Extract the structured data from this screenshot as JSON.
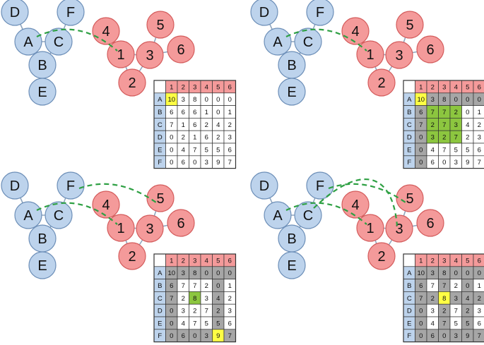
{
  "colors": {
    "blue_fill": "#bdd3ec",
    "blue_stroke": "#6d8fb8",
    "red_fill": "#f49a9a",
    "red_stroke": "#d45c5c",
    "edge": "#8fa6bf",
    "match": "#2ea043",
    "grid": "#333333",
    "header_red": "#f49a9a",
    "header_blue": "#bdd3ec",
    "gray": "#a6a6a6",
    "green": "#8cc63f",
    "yellow": "#ffff44",
    "white": "#ffffff"
  },
  "panels": [
    {
      "id": "top-left",
      "left_nodes": [
        "D",
        "F",
        "A",
        "C",
        "B",
        "E"
      ],
      "right_nodes": [
        "4",
        "5",
        "1",
        "3",
        "6",
        "2"
      ],
      "matches": [
        "A-1"
      ],
      "table": {
        "col_headers": [
          "1",
          "2",
          "3",
          "4",
          "5",
          "6"
        ],
        "row_headers": [
          "A",
          "B",
          "C",
          "D",
          "E",
          "F"
        ],
        "rows": [
          [
            "10",
            "3",
            "8",
            "0",
            "0",
            "0"
          ],
          [
            "6",
            "6",
            "6",
            "1",
            "0",
            "1"
          ],
          [
            "7",
            "1",
            "6",
            "2",
            "4",
            "2"
          ],
          [
            "0",
            "2",
            "1",
            "6",
            "2",
            "3"
          ],
          [
            "0",
            "4",
            "7",
            "5",
            "5",
            "6"
          ],
          [
            "0",
            "6",
            "0",
            "3",
            "9",
            "7"
          ]
        ],
        "highlights": [
          [
            "y",
            "",
            "",
            "",
            "",
            ""
          ],
          [
            "",
            "",
            "",
            "",
            "",
            ""
          ],
          [
            "",
            "",
            "",
            "",
            "",
            ""
          ],
          [
            "",
            "",
            "",
            "",
            "",
            ""
          ],
          [
            "",
            "",
            "",
            "",
            "",
            ""
          ],
          [
            "",
            "",
            "",
            "",
            "",
            ""
          ]
        ]
      }
    },
    {
      "id": "top-right",
      "left_nodes": [
        "D",
        "F",
        "A",
        "C",
        "B",
        "E"
      ],
      "right_nodes": [
        "4",
        "5",
        "1",
        "3",
        "6",
        "2"
      ],
      "matches": [
        "A-1"
      ],
      "table": {
        "col_headers": [
          "1",
          "2",
          "3",
          "4",
          "5",
          "6"
        ],
        "row_headers": [
          "A",
          "B",
          "C",
          "D",
          "E",
          "F"
        ],
        "rows": [
          [
            "10",
            "3",
            "8",
            "0",
            "0",
            "0"
          ],
          [
            "6",
            "7",
            "7",
            "2",
            "0",
            "1"
          ],
          [
            "7",
            "2",
            "7",
            "3",
            "4",
            "2"
          ],
          [
            "0",
            "3",
            "2",
            "7",
            "2",
            "3"
          ],
          [
            "0",
            "4",
            "7",
            "5",
            "5",
            "6"
          ],
          [
            "0",
            "6",
            "0",
            "3",
            "9",
            "7"
          ]
        ],
        "highlights": [
          [
            "y",
            "g",
            "g",
            "g",
            "g",
            "g"
          ],
          [
            "g",
            "n",
            "n",
            "n",
            "",
            ""
          ],
          [
            "g",
            "n",
            "n",
            "n",
            "",
            ""
          ],
          [
            "g",
            "n",
            "n",
            "n",
            "",
            ""
          ],
          [
            "g",
            "",
            "",
            "",
            "",
            ""
          ],
          [
            "g",
            "",
            "",
            "",
            "",
            ""
          ]
        ]
      }
    },
    {
      "id": "bottom-left",
      "left_nodes": [
        "D",
        "F",
        "A",
        "C",
        "B",
        "E"
      ],
      "right_nodes": [
        "4",
        "5",
        "1",
        "3",
        "6",
        "2"
      ],
      "matches": [
        "A-1",
        "F-5"
      ],
      "table": {
        "col_headers": [
          "1",
          "2",
          "3",
          "4",
          "5",
          "6"
        ],
        "row_headers": [
          "A",
          "B",
          "C",
          "D",
          "E",
          "F"
        ],
        "rows": [
          [
            "10",
            "3",
            "8",
            "0",
            "0",
            "0"
          ],
          [
            "6",
            "7",
            "7",
            "2",
            "0",
            "1"
          ],
          [
            "7",
            "2",
            "8",
            "3",
            "4",
            "2"
          ],
          [
            "0",
            "3",
            "2",
            "7",
            "2",
            "3"
          ],
          [
            "0",
            "4",
            "7",
            "5",
            "5",
            "6"
          ],
          [
            "0",
            "6",
            "0",
            "3",
            "9",
            "7"
          ]
        ],
        "highlights": [
          [
            "g",
            "g",
            "g",
            "g",
            "g",
            "g"
          ],
          [
            "g",
            "",
            "",
            "",
            "g",
            ""
          ],
          [
            "g",
            "",
            "n",
            "",
            "g",
            ""
          ],
          [
            "g",
            "",
            "",
            "",
            "g",
            ""
          ],
          [
            "g",
            "",
            "",
            "",
            "g",
            ""
          ],
          [
            "g",
            "g",
            "g",
            "g",
            "y",
            "g"
          ]
        ]
      }
    },
    {
      "id": "bottom-right",
      "left_nodes": [
        "D",
        "F",
        "A",
        "C",
        "B",
        "E"
      ],
      "right_nodes": [
        "4",
        "5",
        "1",
        "3",
        "6",
        "2"
      ],
      "matches": [
        "A-1",
        "F-5",
        "C-3"
      ],
      "table": {
        "col_headers": [
          "1",
          "2",
          "3",
          "4",
          "5",
          "6"
        ],
        "row_headers": [
          "A",
          "B",
          "C",
          "D",
          "E",
          "F"
        ],
        "rows": [
          [
            "10",
            "3",
            "8",
            "0",
            "0",
            "0"
          ],
          [
            "6",
            "7",
            "7",
            "2",
            "0",
            "1"
          ],
          [
            "7",
            "2",
            "8",
            "3",
            "4",
            "2"
          ],
          [
            "0",
            "3",
            "2",
            "7",
            "2",
            "3"
          ],
          [
            "0",
            "4",
            "7",
            "5",
            "5",
            "6"
          ],
          [
            "0",
            "6",
            "0",
            "3",
            "9",
            "7"
          ]
        ],
        "highlights": [
          [
            "g",
            "g",
            "g",
            "g",
            "g",
            "g"
          ],
          [
            "g",
            "",
            "g",
            "",
            "g",
            ""
          ],
          [
            "g",
            "g",
            "y",
            "g",
            "g",
            "g"
          ],
          [
            "g",
            "",
            "g",
            "",
            "g",
            ""
          ],
          [
            "g",
            "",
            "g",
            "",
            "g",
            ""
          ],
          [
            "g",
            "g",
            "g",
            "g",
            "g",
            "g"
          ]
        ]
      }
    }
  ]
}
